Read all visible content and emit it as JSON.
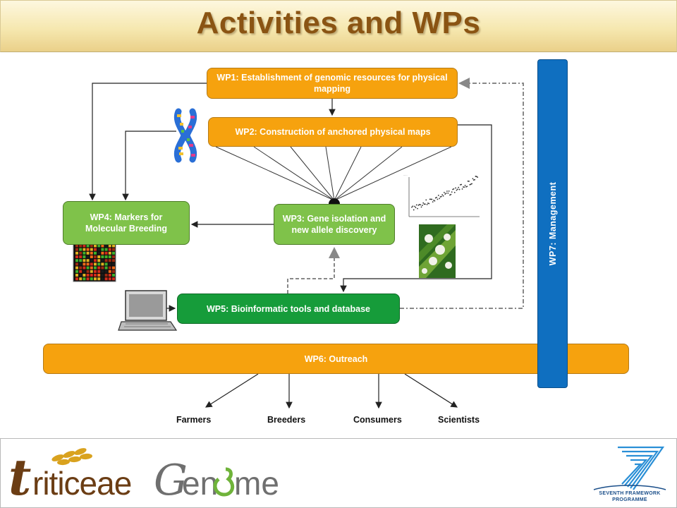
{
  "title": "Activities and WPs",
  "workpackages": {
    "wp1": "WP1: Establishment of genomic resources for physical mapping",
    "wp2": "WP2: Construction of anchored physical maps",
    "wp3": "WP3: Gene isolation and new allele discovery",
    "wp4": "WP4: Markers for Molecular Breeding",
    "wp5": "WP5: Bioinformatic tools and database",
    "wp6": "WP6: Outreach",
    "wp7": "WP7: Management"
  },
  "audiences": [
    "Farmers",
    "Breeders",
    "Consumers",
    "Scientists"
  ],
  "footer": {
    "logo_text": "Triticeae Genome",
    "program_line1": "SEVENTH FRAMEWORK",
    "program_line2": "PROGRAMME"
  },
  "colors": {
    "title": "#8a5413",
    "orange_box": "#f6a20e",
    "light_green_box": "#7fc24a",
    "dark_green_box": "#169c3a",
    "management_bar": "#0f6fc0",
    "logo_brown": "#6b3d14",
    "logo_gray": "#6f6f6f"
  }
}
